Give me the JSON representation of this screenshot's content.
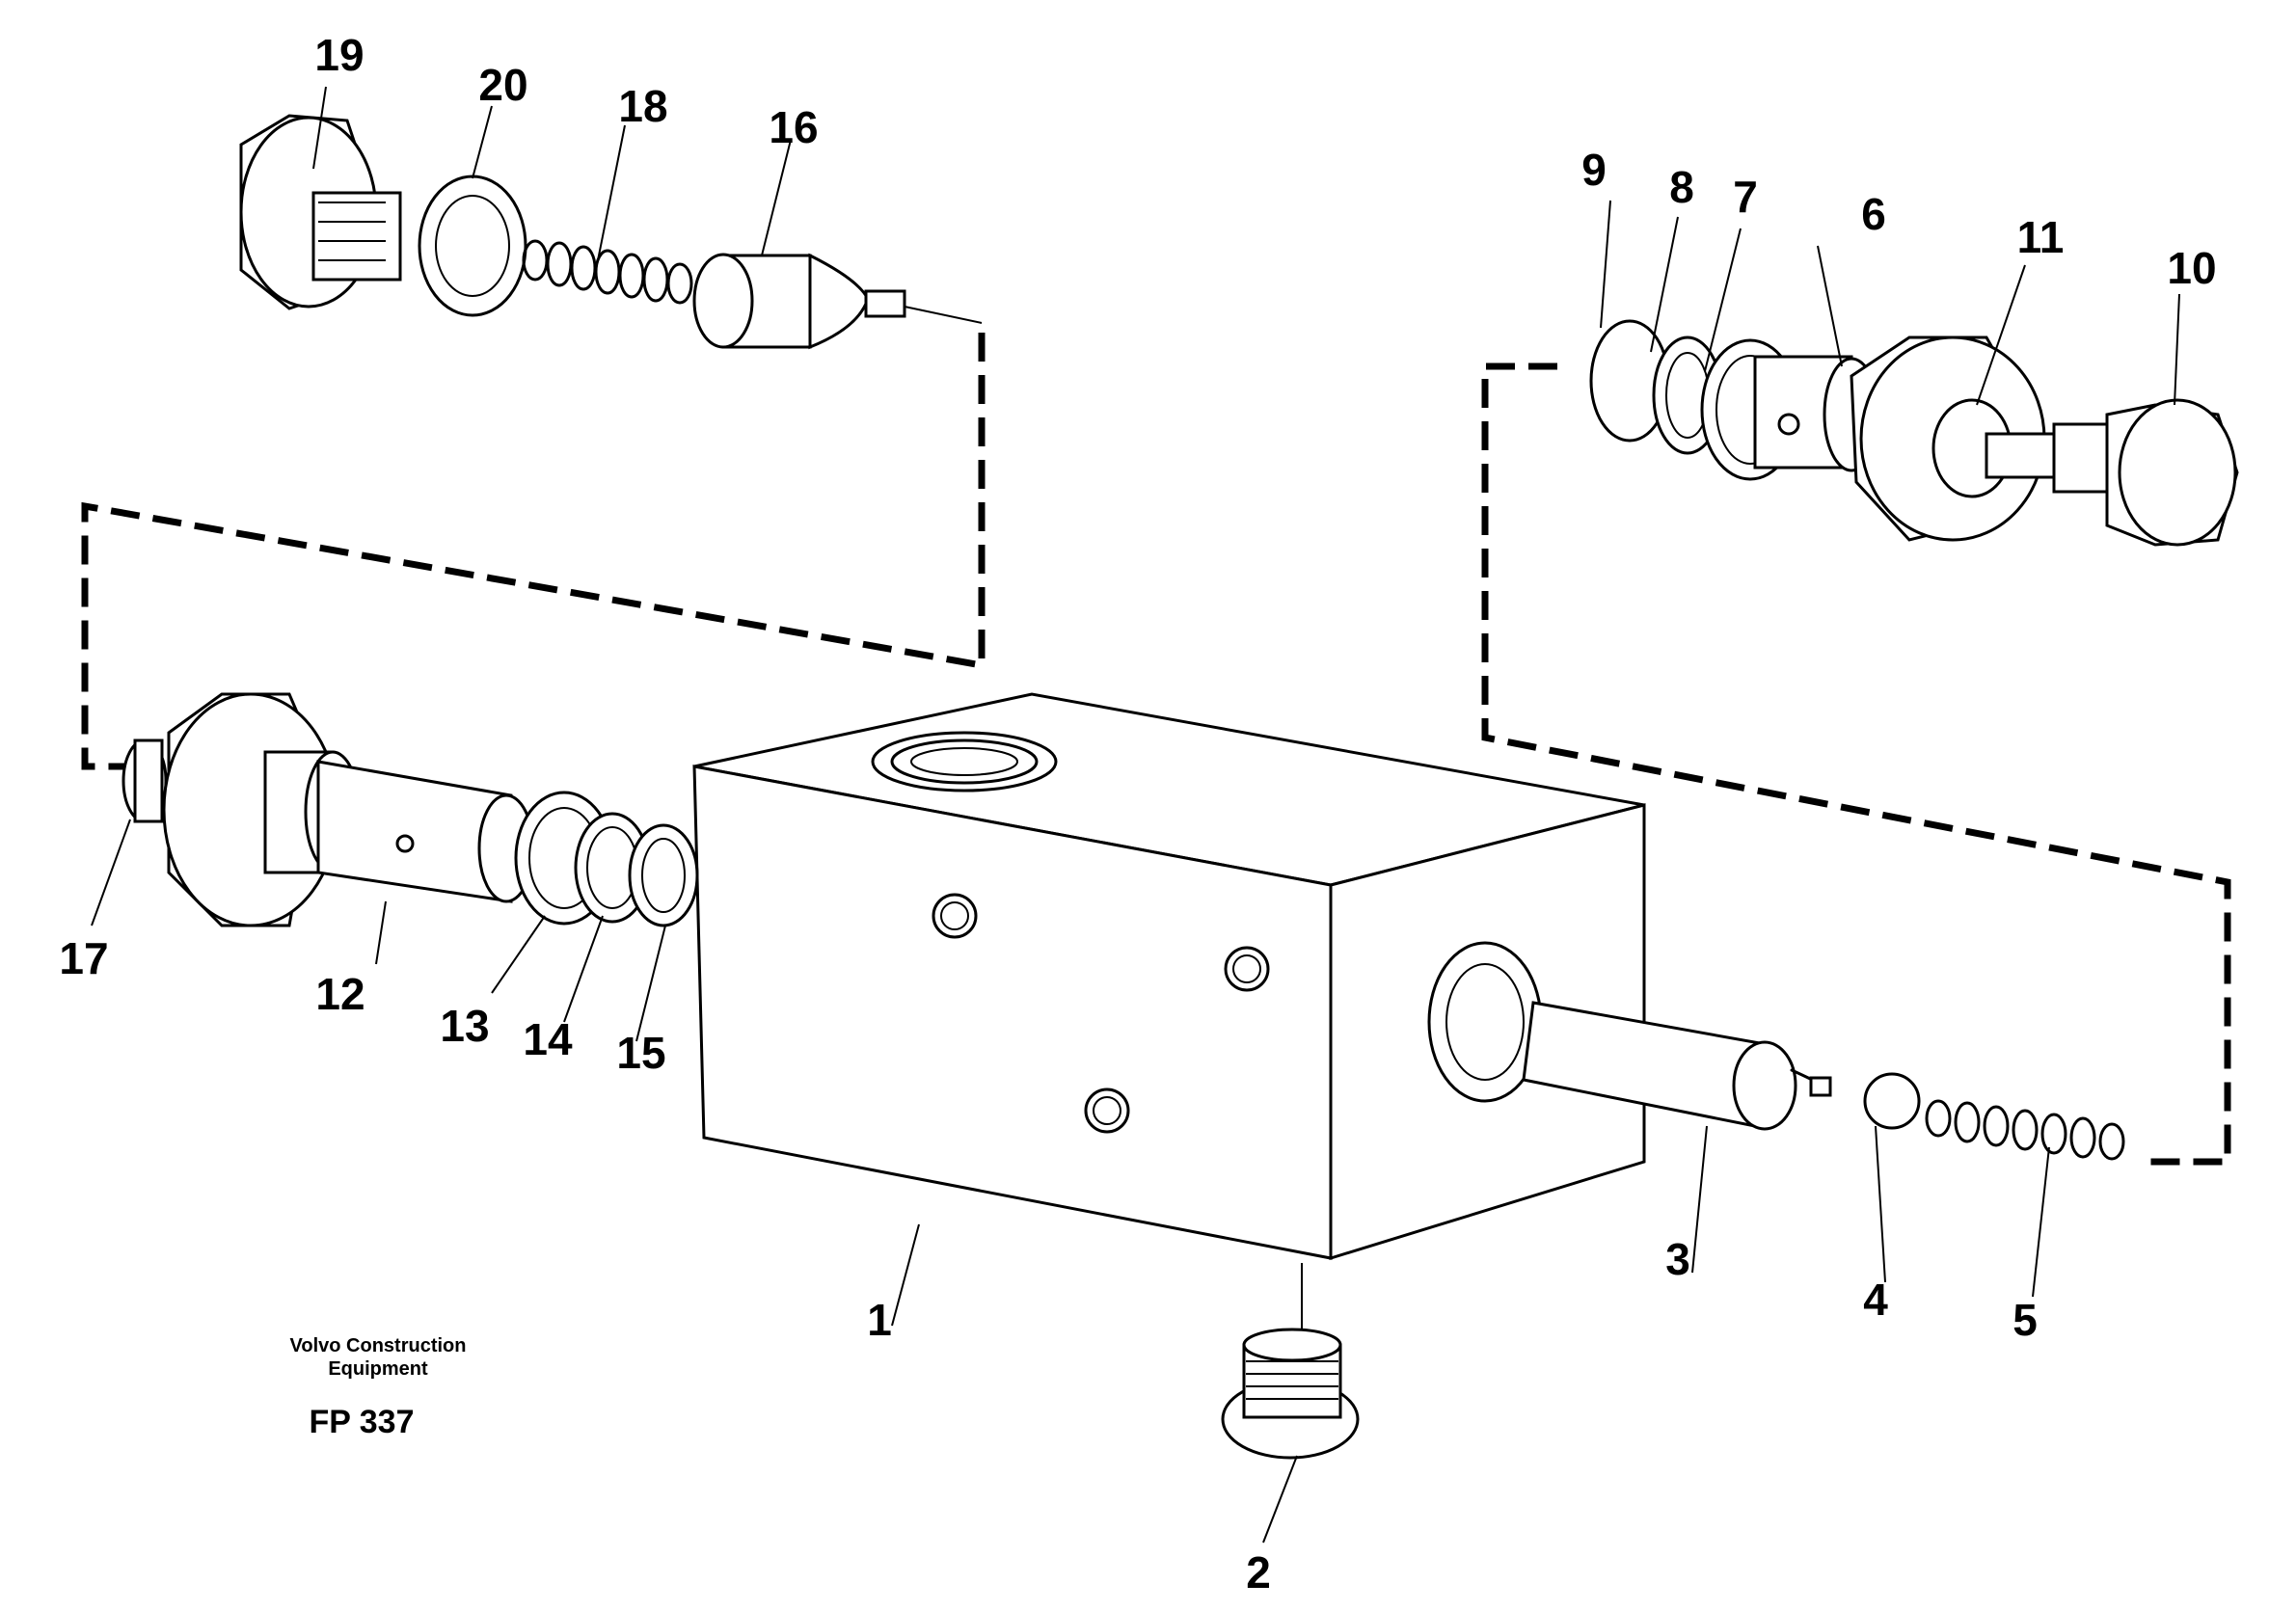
{
  "callouts": [
    "1",
    "2",
    "3",
    "4",
    "5",
    "6",
    "7",
    "8",
    "9",
    "10",
    "11",
    "12",
    "13",
    "14",
    "15",
    "16",
    "17",
    "18",
    "19",
    "20"
  ],
  "caption": {
    "line1": "Volvo Construction",
    "line2": "Equipment",
    "figure": "FP 337"
  }
}
